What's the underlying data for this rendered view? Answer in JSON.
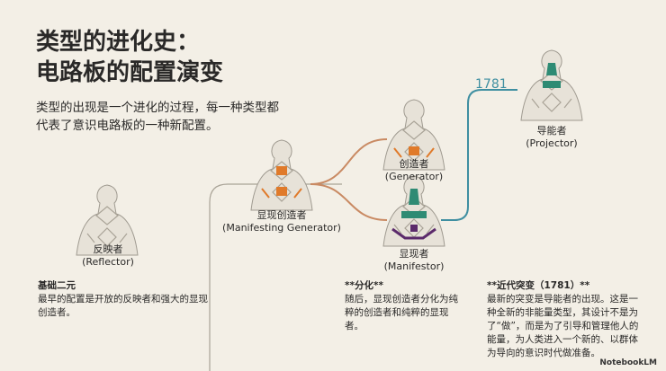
{
  "title": {
    "line1": "类型的进化史：",
    "line2": "电路板的配置演变"
  },
  "subtitle": "类型的出现是一个进化的过程，每一种类型都代表了意识电路板的一种新配置。",
  "year_marker": "1781",
  "figures": {
    "reflector": {
      "name": "反映者",
      "en": "(Reflector)"
    },
    "mg": {
      "name": "显现创造者",
      "en": "(Manifesting Generator)"
    },
    "generator": {
      "name": "创造者",
      "en": "(Generator)"
    },
    "manifestor": {
      "name": "显现者",
      "en": "(Manifestor)"
    },
    "projector": {
      "name": "导能者",
      "en": "(Projector)"
    }
  },
  "notes": {
    "n1": {
      "title": "基础二元",
      "body": "最早的配置是开放的反映者和强大的显现创造者。"
    },
    "n2": {
      "title": "**分化**",
      "body": "随后，显现创造者分化为纯粹的创造者和纯粹的显现者。"
    },
    "n3": {
      "title": "**近代突变（1781）**",
      "body": "最新的突变是导能者的出现。这是一种全新的非能量类型，其设计不是为了“做”，而是为了引导和管理他人的能量，为人类进入一个新的、以群体为导向的意识时代做准备。"
    }
  },
  "brand": "NotebookLM",
  "colors": {
    "line": "#c98a63",
    "teal": "#3f8fa1",
    "orange": "#e07a2a",
    "purple": "#5b2a6b",
    "green": "#2e8b74"
  }
}
